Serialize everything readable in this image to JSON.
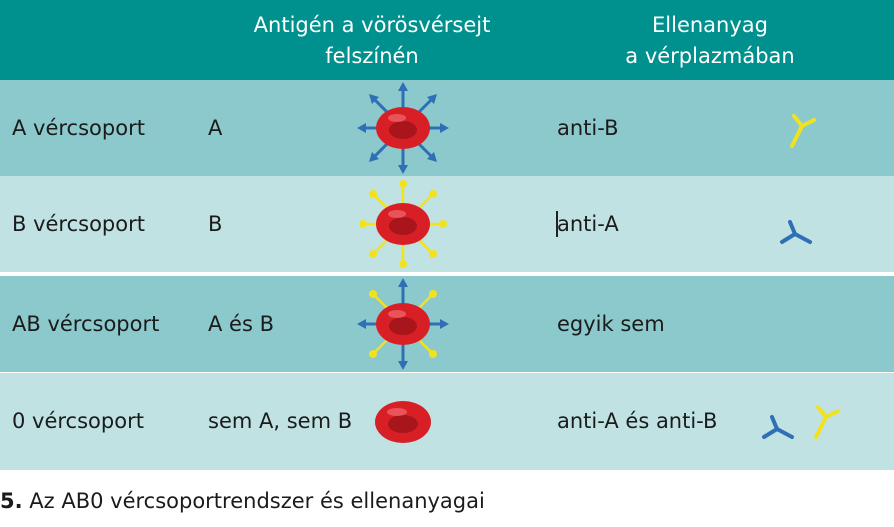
{
  "header": {
    "antigen": "Antigén a vörösvérsejt\nfelszínén",
    "antibody": "Ellenanyag\na vérplazmában"
  },
  "rows": [
    {
      "name": "A vércsoport",
      "antigen": "A",
      "antibody": "anti-B",
      "cell_icon": "rbc-antigen-a-icon",
      "antibody_icons": [
        "antibody-yellow-icon"
      ]
    },
    {
      "name": "B vércsoport",
      "antigen": "B",
      "antibody": "anti-A",
      "cell_icon": "rbc-antigen-b-icon",
      "antibody_icons": [
        "antibody-blue-icon"
      ]
    },
    {
      "name": "AB vércsoport",
      "antigen": "A és B",
      "antibody": "egyik sem",
      "cell_icon": "rbc-antigen-ab-icon",
      "antibody_icons": []
    },
    {
      "name": "0 vércsoport",
      "antigen": "sem A, sem B",
      "antibody": "anti-A és anti-B",
      "cell_icon": "rbc-plain-icon",
      "antibody_icons": [
        "antibody-blue-icon",
        "antibody-yellow-icon"
      ]
    }
  ],
  "caption": {
    "number": "5.",
    "text": " Az AB0 vércsoportrendszer és ellenanyagai"
  },
  "colors": {
    "header_bg": "#00908d",
    "row_dark": "#8bc9cc",
    "row_light": "#c0e2e3",
    "antigen_a": "#2f6fb5",
    "antigen_b": "#f2e21e",
    "red_cell": "#d81f26"
  }
}
